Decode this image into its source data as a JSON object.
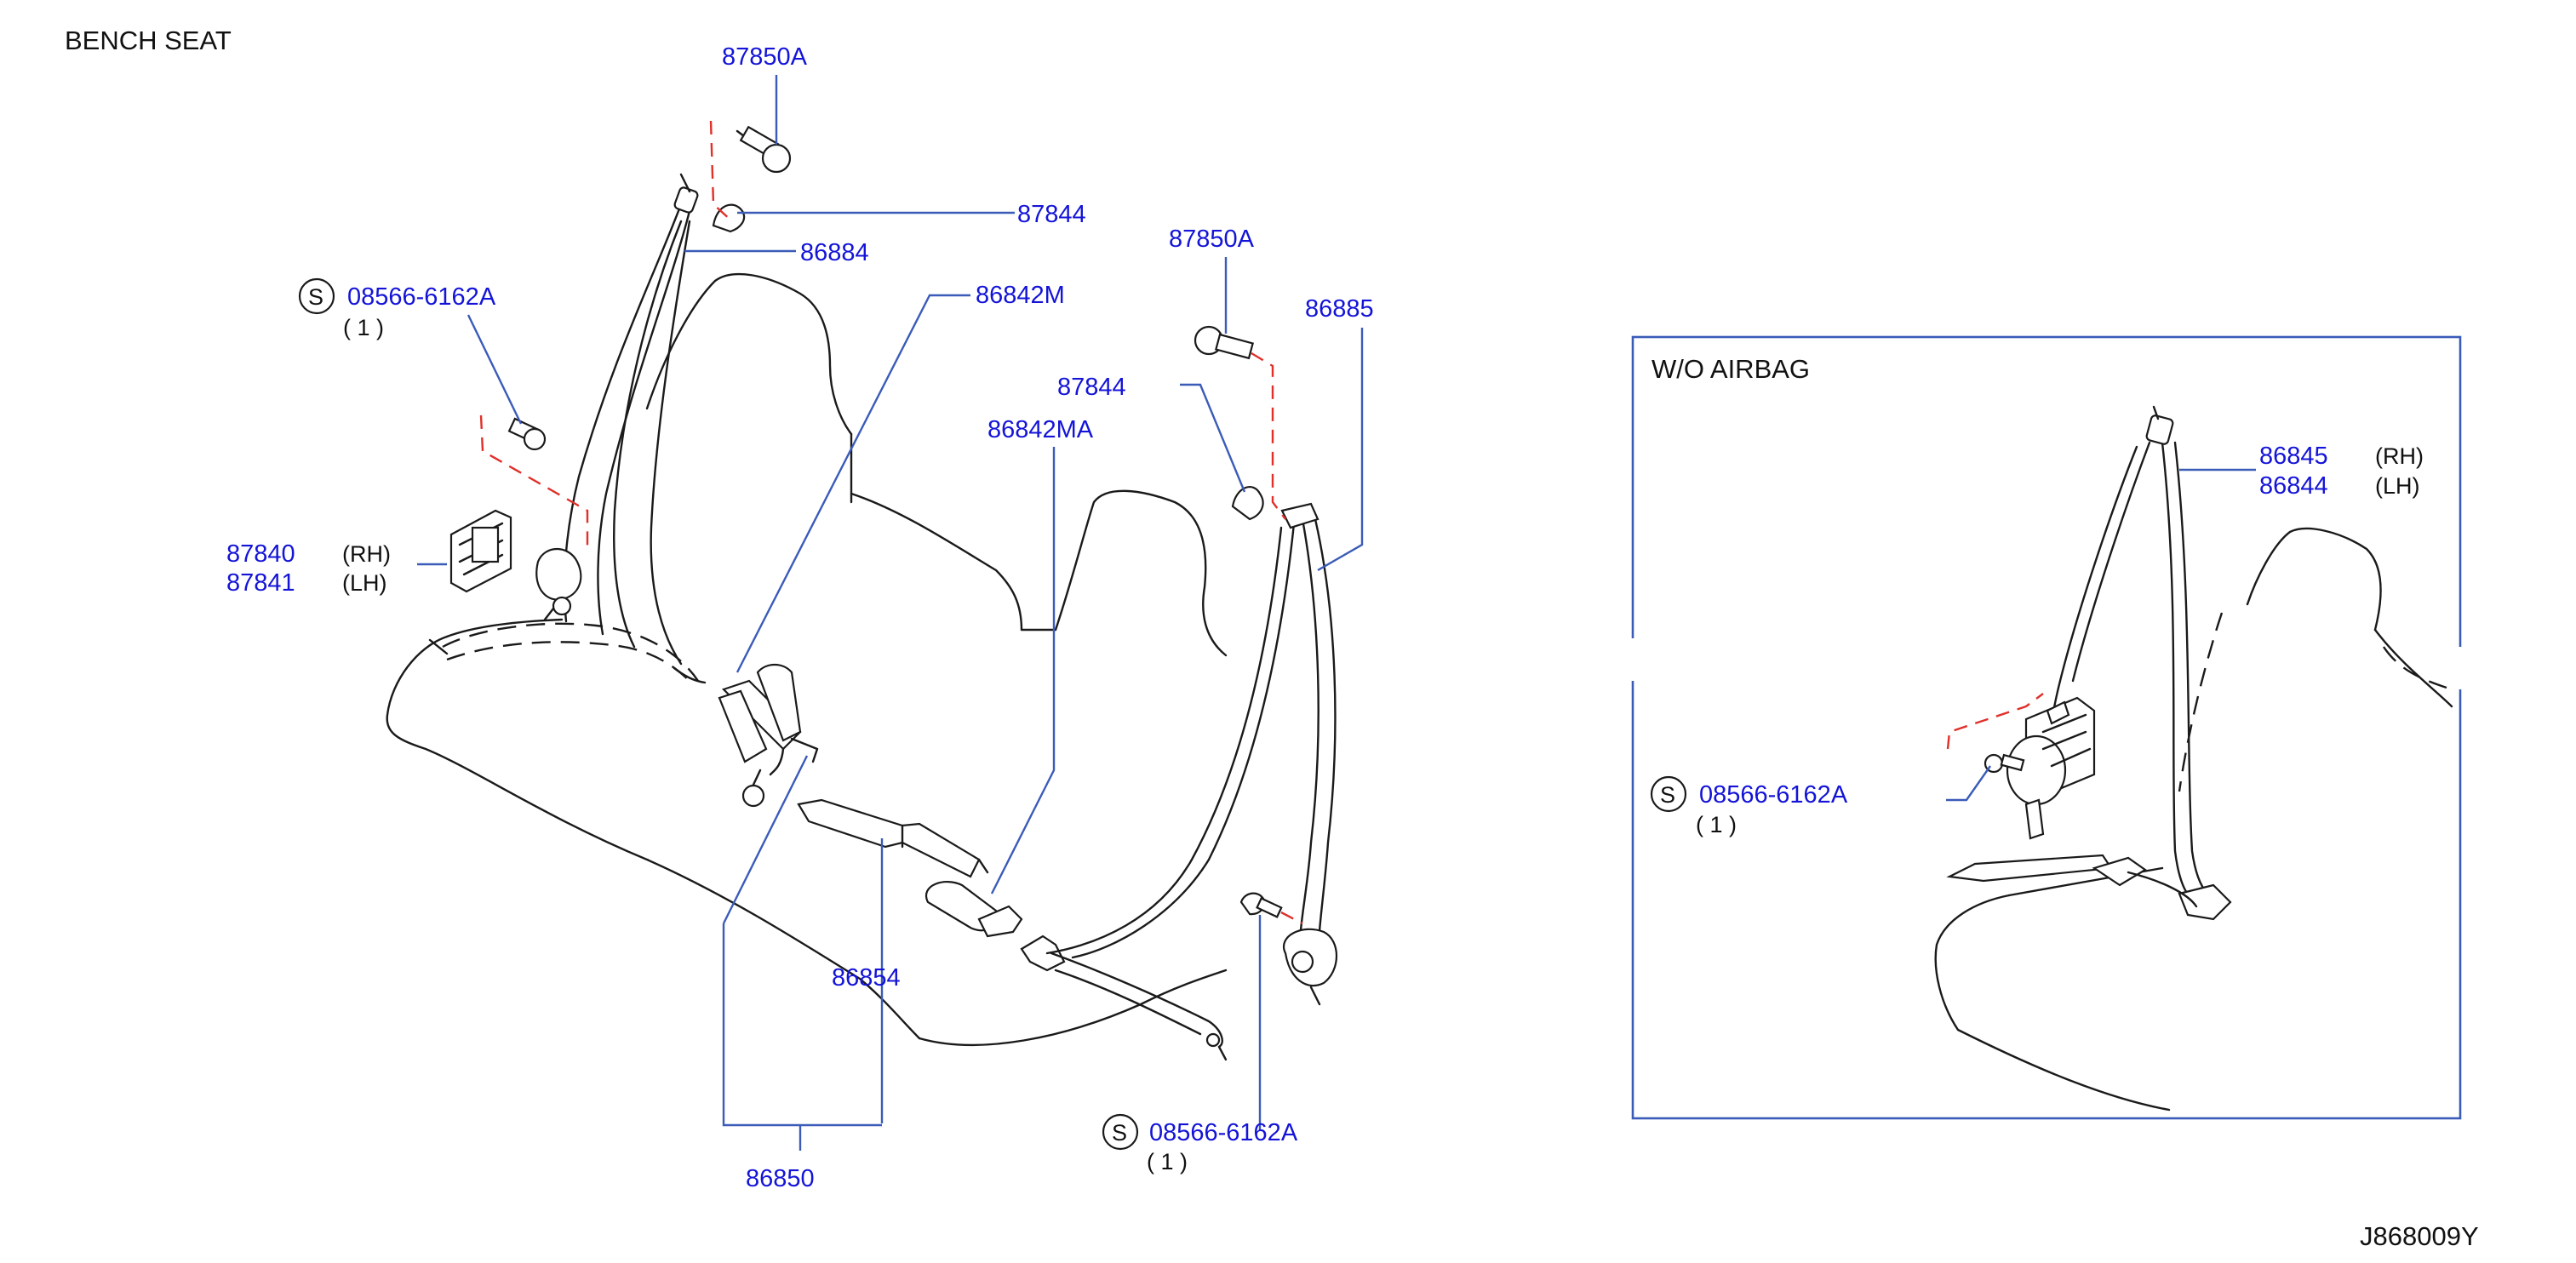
{
  "headings": {
    "main": "BENCH   SEAT",
    "inset": "W/O   AIRBAG",
    "diagram_code": "J868009Y"
  },
  "parts": {
    "p87850A_top": "87850A",
    "p87844_top": "87844",
    "p86884": "86884",
    "p08566_left": "08566-6162A",
    "p86842M": "86842M",
    "p87850A_right": "87850A",
    "p86885": "86885",
    "p87844_right": "87844",
    "p86842MA": "86842MA",
    "p87840": "87840",
    "p87841": "87841",
    "p86854": "86854",
    "p86850": "86850",
    "p08566_bottom": "08566-6162A",
    "p86845": "86845",
    "p86844": "86844",
    "p08566_inset": "08566-6162A"
  },
  "qualifiers": {
    "rh": "(RH)",
    "lh": "(LH)",
    "qty_one": "(   1   )",
    "std_symbol": "S"
  }
}
